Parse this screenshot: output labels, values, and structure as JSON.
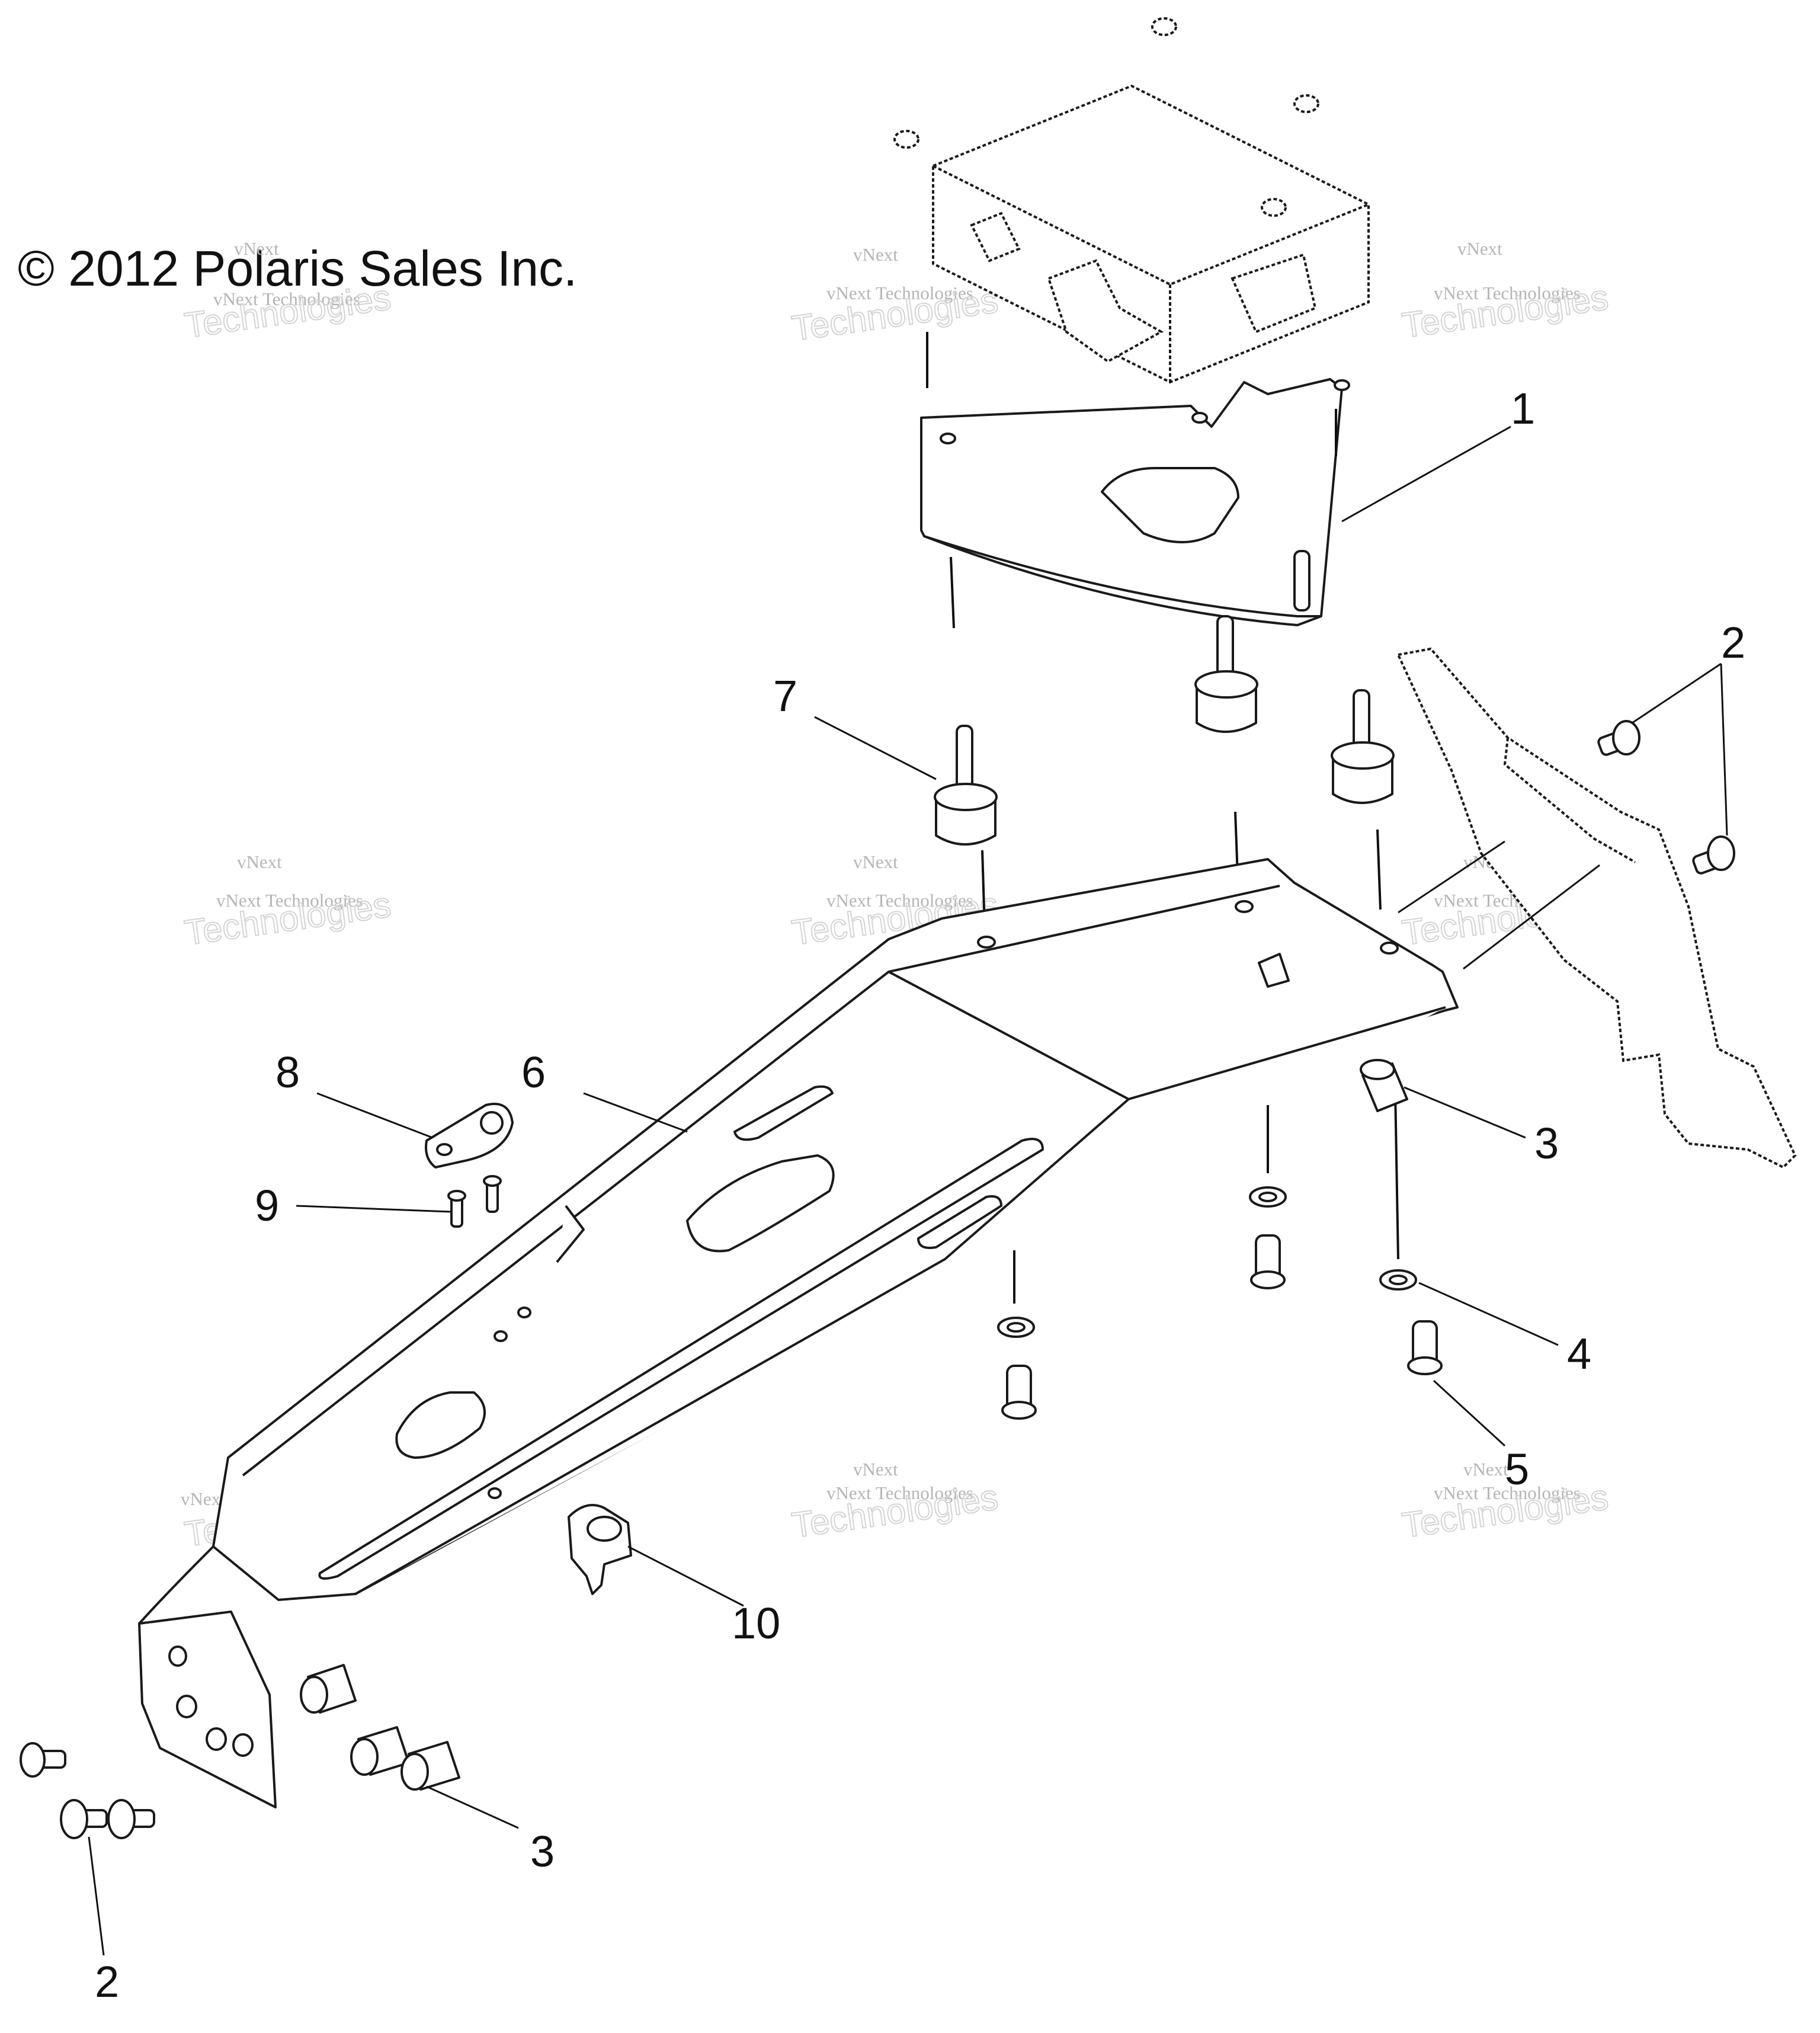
{
  "copyright": "© 2012 Polaris Sales Inc.",
  "watermark": {
    "line1": "vNext",
    "line2": "vNext Technologies",
    "line3": "Technologies"
  },
  "callouts": {
    "c1": "1",
    "c2a": "2",
    "c2b": "2",
    "c3a": "3",
    "c3b": "3",
    "c4": "4",
    "c5": "5",
    "c6": "6",
    "c7": "7",
    "c8": "8",
    "c9": "9",
    "c10": "10"
  }
}
